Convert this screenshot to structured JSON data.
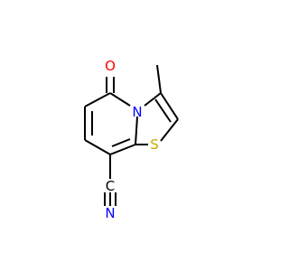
{
  "molecule": {
    "atoms": {
      "O": {
        "symbol": "O",
        "color": "#ff0000"
      },
      "N_ring": {
        "symbol": "N",
        "color": "#0000ff"
      },
      "S": {
        "symbol": "S",
        "color": "#c8aa00"
      },
      "C_nitrile": {
        "symbol": "C",
        "color": "#000000"
      },
      "N_nitrile": {
        "symbol": "N",
        "color": "#0000ff"
      }
    }
  }
}
